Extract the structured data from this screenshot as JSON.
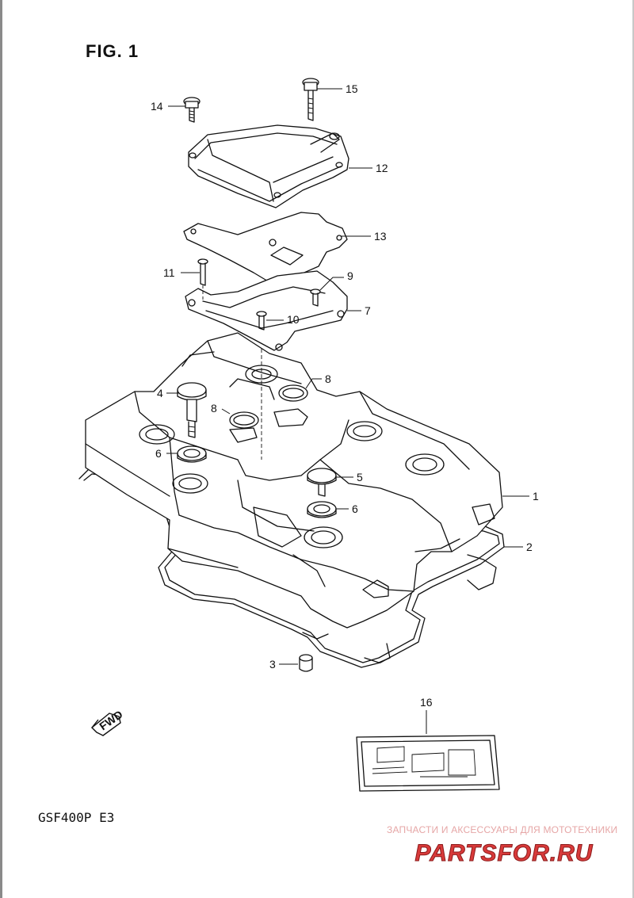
{
  "figure": {
    "title": "FIG. 1"
  },
  "model_code": "GSF400P  E3",
  "direction_badge": "FWD",
  "callouts": [
    {
      "id": "1",
      "label": "1"
    },
    {
      "id": "2",
      "label": "2"
    },
    {
      "id": "3",
      "label": "3"
    },
    {
      "id": "4",
      "label": "4"
    },
    {
      "id": "5",
      "label": "5"
    },
    {
      "id": "6a",
      "label": "6"
    },
    {
      "id": "6b",
      "label": "6"
    },
    {
      "id": "7",
      "label": "7"
    },
    {
      "id": "8a",
      "label": "8"
    },
    {
      "id": "8b",
      "label": "8"
    },
    {
      "id": "9",
      "label": "9"
    },
    {
      "id": "10",
      "label": "10"
    },
    {
      "id": "11",
      "label": "11"
    },
    {
      "id": "12",
      "label": "12"
    },
    {
      "id": "13",
      "label": "13"
    },
    {
      "id": "14",
      "label": "14"
    },
    {
      "id": "15",
      "label": "15"
    },
    {
      "id": "16",
      "label": "16"
    }
  ],
  "watermark": {
    "text": "ЗАПЧАСТИ И АКСЕССУАРЫ ДЛЯ МОТОТЕХНИКИ",
    "logo": "PARTSFOR.RU",
    "color": "#d83a3a"
  }
}
